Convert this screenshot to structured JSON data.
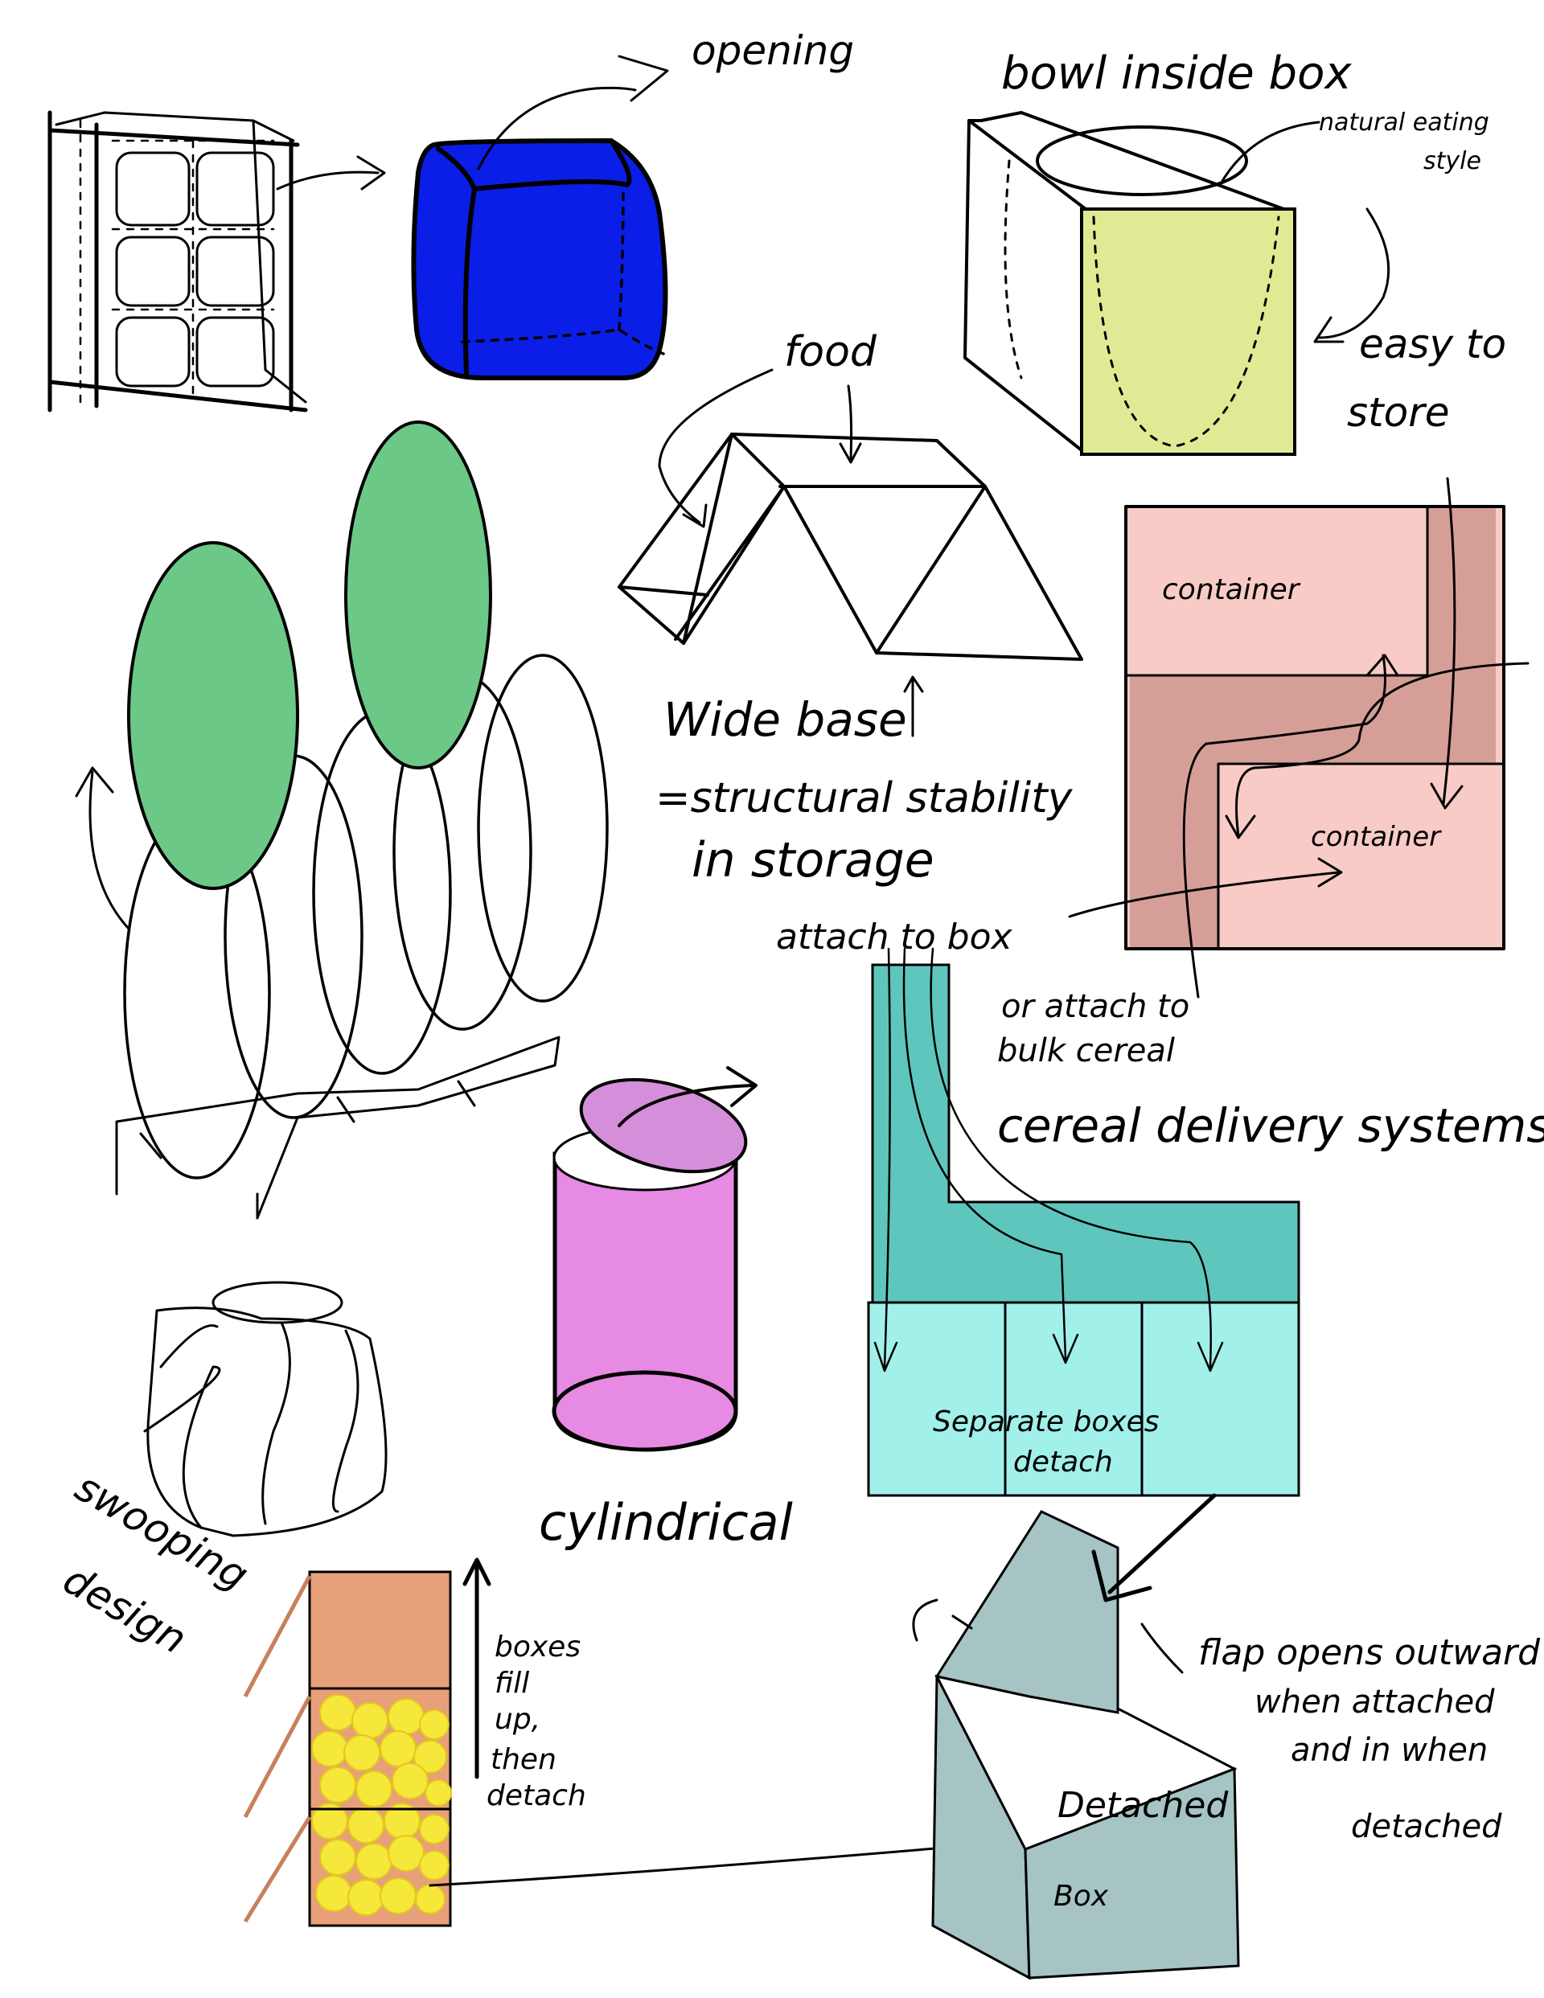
{
  "labels": {
    "opening": "opening",
    "bowl_inside_box": "bowl inside box",
    "natural_eating": "natural eating",
    "style": "style",
    "easy_to": "easy to",
    "store": "store",
    "food": "food",
    "wide_base": "Wide base",
    "structural_stability": "=structural stability",
    "in_storage": "in storage",
    "container_top": "container",
    "container_bottom": "container",
    "attach_to_box": "attach to box",
    "or_attach_to": "or attach to",
    "bulk_cereal": "bulk cereal",
    "cereal_delivery_systems": "cereal delivery systems",
    "separate_boxes": "Separate boxes",
    "detach": "detach",
    "cylindrical": "cylindrical",
    "swooping": "swooping",
    "design": "design",
    "boxes": "boxes",
    "fill": "fill",
    "up": "up,",
    "then": "then",
    "detach_side": "detach",
    "flap_opens_outward": "flap opens outward",
    "when_attached": "when attached",
    "and_in_when": "and in when",
    "detached": "detached",
    "detached_box_1": "Detached",
    "detached_box_2": "Box"
  },
  "colors": {
    "blue_cube": "#0a1ee8",
    "yellow_face": "#e1e995",
    "green_leaf": "#6cc886",
    "pink_light": "#f8cbc6",
    "pink_dark": "#d59f98",
    "magenta": "#e68ae3",
    "magenta_lid": "#d58ed9",
    "teal_dark": "#5fc6bd",
    "teal_light": "#a2f0ea",
    "grey_teal": "#a5c4c3",
    "orange": "#e8a07a",
    "yellow_cereal": "#f5e83a"
  }
}
